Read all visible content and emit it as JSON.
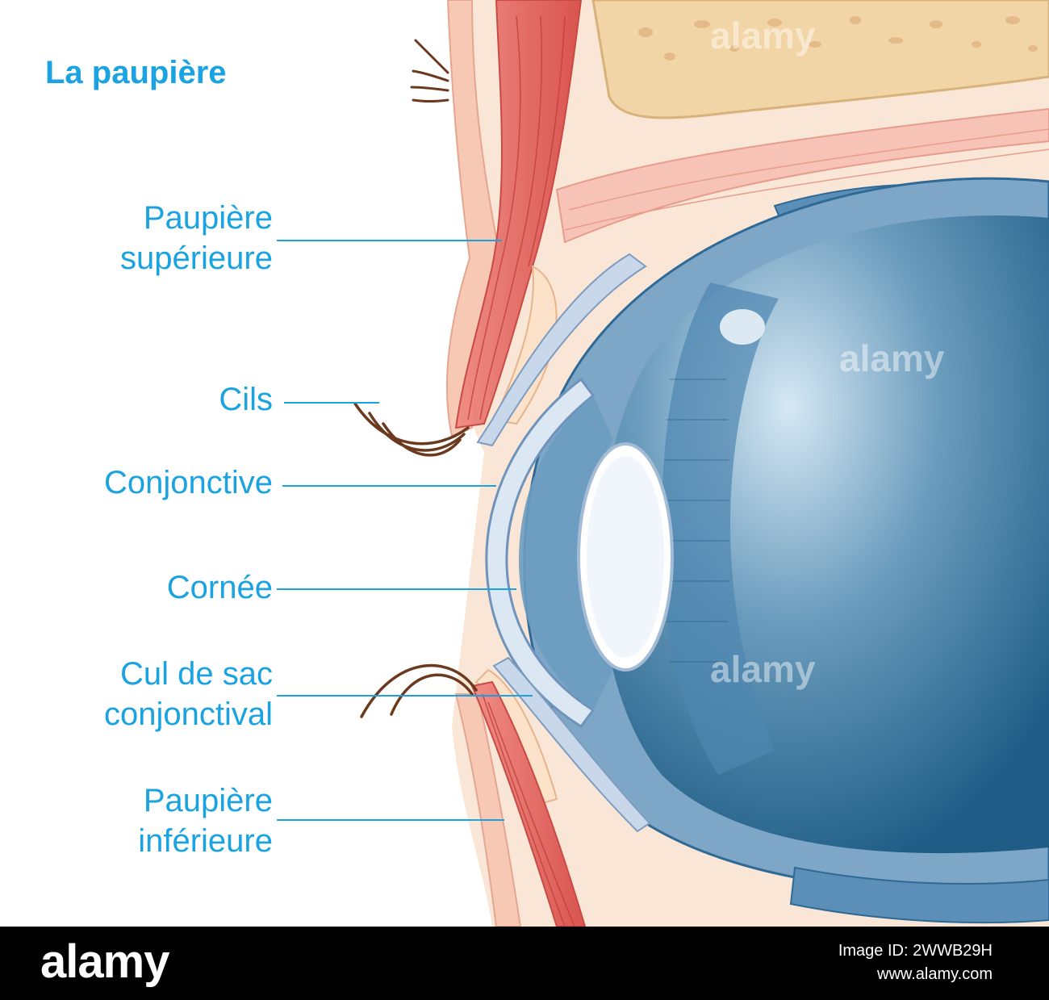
{
  "diagram": {
    "title": "La paupière",
    "labels": {
      "upper_eyelid": [
        "Paupière",
        "supérieure"
      ],
      "eyelashes": [
        "Cils"
      ],
      "conjunctiva": [
        "Conjonctive"
      ],
      "cornea": [
        "Cornée"
      ],
      "fornix": [
        "Cul de sac",
        "conjonctival"
      ],
      "lower_eyelid": [
        "Paupière",
        "inférieure"
      ]
    },
    "watermark": "alamy",
    "colors": {
      "label_text": "#1aa3e0",
      "skin": "#f7d9cb",
      "muscle": "#e8706e",
      "bone": "#f2d5a6",
      "eye_blue": "#2f6f98",
      "lashes": "#6b3a1e"
    }
  },
  "footer": {
    "brand": "alamy",
    "image_id": "Image ID: 2WWB29H",
    "url": "www.alamy.com"
  }
}
